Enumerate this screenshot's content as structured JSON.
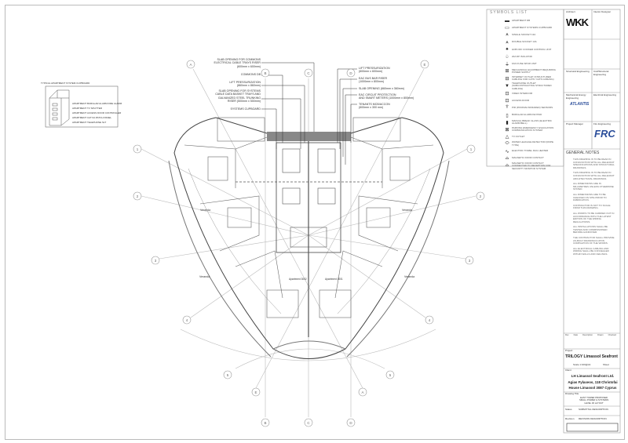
{
  "callouts_left": [
    {
      "text": "SLAB OPENING FOR COMMONS\nELECTRICAL CABLE TRAYS RISER\n(600mm x 600mm)"
    },
    {
      "text": "COMMONS DB"
    },
    {
      "text": "LIFT PRESSURIZATION\n(860mm x 860mm)"
    },
    {
      "text": "SLAB OPENING FOR SYSTEMS\nCABLE DATA BASKET TRAYS AND\nGALVANIZED STEEL TRUNKING\nRISER (500mm x 500mm)"
    },
    {
      "text": "SYSTEMS CUPBOARD"
    }
  ],
  "callouts_right": [
    {
      "text": "LIFT PRESSURIZATION\n(600mm x 600mm)"
    },
    {
      "text": "EAC BUS BAR RISER\n(1000mm x 800mm)"
    },
    {
      "text": "SLAB OPENING (660mm x 360mm)"
    },
    {
      "text": "EAC CIRCUIT PROTECTION\nAND SMART METERS (1000mm x 800mm)"
    },
    {
      "text": "TENANTS MCB/ACCON\n(600mm x 300 mm)"
    }
  ],
  "grid_labels": {
    "letters_top": [
      "A",
      "B",
      "C",
      "D",
      "E"
    ],
    "letters_bottom": [
      "E",
      "B",
      "C",
      "D",
      "A"
    ],
    "numbers_left": [
      "1",
      "2",
      "3",
      "4",
      "5"
    ],
    "numbers_right": [
      "1",
      "2",
      "3",
      "4",
      "5"
    ]
  },
  "room_labels": {
    "verandas": [
      "Veranda",
      "Veranda",
      "Veranda",
      "Veranda"
    ],
    "apartments": [
      "Apartment 3002",
      "Apartment 3001"
    ]
  },
  "apartment_cupboard": {
    "title": "TYPICAL APARTMENT SYSTEM CUPBOARD",
    "items": [
      "APARTMENT BURGLAR ALARM FIRE ALARM",
      "APARTMENT TV SPLITTER",
      "APARTMENT ACCESS DOOR CONTROLLER",
      "APARTMENT CAT 6A PATCH PANEL",
      "APARTMENT TELEPHONE SLT"
    ]
  },
  "symbols_list": {
    "title": "SYMBOLS LIST",
    "items": [
      {
        "icon": "db-icon",
        "glyph": "▬",
        "label": "APARTMENT DB"
      },
      {
        "icon": "cupboard-icon",
        "glyph": "▭",
        "label": "APARTMENT SYSTEMS CUPBOARD"
      },
      {
        "icon": "single-socket-icon",
        "glyph": "⩓",
        "label": "SINGLE SOCKET 13A"
      },
      {
        "icon": "double-socket-icon",
        "glyph": "⩓",
        "label": "DOUBLE SOCKET 13A"
      },
      {
        "icon": "cooker-control-icon",
        "glyph": "♠",
        "label": "HOB OFF COOKER CONTROL UNIT"
      },
      {
        "icon": "isolator-icon",
        "glyph": "♤",
        "label": "20A DP ISOLATOR"
      },
      {
        "icon": "fuse-spur-icon",
        "glyph": "⏚",
        "label": "FAN FUSE SPUR UNIT"
      },
      {
        "icon": "mechanical-equipment-icon",
        "glyph": "⊞",
        "label": "MECHANICAL EQUIPMENT REQUIRING POWER SUPPLY"
      },
      {
        "icon": "internet-outlet-icon",
        "glyph": "⊟",
        "label": "INTERNET OUTLET (STRUCTURED CABLING FOR CAT6 / CAT6 CABLING)"
      },
      {
        "icon": "telephone-outlet-icon",
        "glyph": "▼",
        "label": "TELEPHONE OUTLET (SUBCONTRACTING STRUCTURED CABLING)"
      },
      {
        "icon": "video-intercom-icon",
        "glyph": "⊡",
        "label": "VIDEO INTERCOM"
      },
      {
        "icon": "access-door-icon",
        "glyph": "⊡",
        "label": "ACCESS DOOR"
      },
      {
        "icon": "pir-sensor-icon",
        "glyph": "⍢",
        "label": "PIR (PASSIVE INFRARED) SENSORS"
      },
      {
        "icon": "alarm-keypad-icon",
        "glyph": "▯",
        "label": "BURGLAR ALARM KEYPAD"
      },
      {
        "icon": "break-glass-icon",
        "glyph": "▮",
        "label": "MANUAL BREAK GLASS (ELECTRIC ALARM BELL)"
      },
      {
        "icon": "evacuation-icon",
        "glyph": "⊠",
        "label": "PARKING EMERGENCY EVACUATION COMMUNICATION SYSTEM"
      },
      {
        "icon": "tv-outlet-icon",
        "glyph": "△",
        "label": "TV OUTLET"
      },
      {
        "icon": "water-leakage-icon",
        "glyph": "⬭",
        "label": "WATER LEAKAGE DETECTOR (ROPE TYPE)"
      },
      {
        "icon": "towel-rail-icon",
        "glyph": "∿",
        "label": "ELECTRIC TOWEL RAIL HEATER"
      },
      {
        "icon": "door-contact-icon",
        "glyph": "⌓",
        "label": "MAGNETIC DOOR CONTACT"
      },
      {
        "icon": "door-contact-reception-icon",
        "glyph": "⌓",
        "label": "MAGNETIC DOOR CONTACT CONNECTED TO RECEPTION FOR SECURITY MONITOR SYSTEM"
      }
    ]
  },
  "title_block": {
    "consultants": [
      "Architect",
      "Interior Designer",
      "Structural Engineering",
      "Civil/Structural Engineering",
      "Mechanical Energy Engineering",
      "Electrical Engineering",
      "Project Manager",
      "Fire Engineering"
    ],
    "logos": {
      "architect": "WKK",
      "mechanical": "ATLANTIS",
      "fire": "FRC"
    },
    "general_notes_title": "GENERAL NOTES",
    "general_notes": [
      "THIS DRAWING IS TO BE READ IN CONJUNCTION WITH ALL RELEVANT SPECIFICATIONS AND STRUCTURAL DRAWINGS.",
      "THIS DRAWING IS TO BE READ IN CONJUNCTION WITH ALL RELEVANT ARCHITECTURAL DRAWINGS.",
      "ALL DIMENSIONS ARE IN MILLIMETRES UNLESS OTHERWISE STATED.",
      "ALL DIMENSIONS ARE TO BE CHECKED ON SITE PRIOR TO FABRICATION.",
      "CONTRACTOR IS NOT TO SCALE FROM THIS DRAWING.",
      "ALL WORKS TO BE CARRIED OUT IN ACCORDANCE WITH THE LATEST EDITION OF THE WIRING REGULATIONS.",
      "ALL INSTALLATIONS SHALL BE TESTED AND COMMISSIONED BEFORE HANDOVER.",
      "THE CONTRACTOR SHALL PROVIDE AS-BUILT DRAWINGS UPON COMPLETION OF THE WORKS.",
      "ALL ELECTRICAL CABLING AND WIRING SHALL BE CONCEALED WITHIN WALLS AND CEILINGS."
    ],
    "revision_headers": [
      "Rev",
      "Date",
      "Description",
      "Drawn",
      "Checked"
    ],
    "project_label": "Project",
    "project": "TRILOGY Limassol Seafront",
    "scale": "Scale  1:100@A1",
    "scale_label": "Sheet",
    "client_label": "Client",
    "client": [
      "LH Limassol Seafront Ltd.",
      "Agias Fylaxeos, 118 Christofai",
      "House Limassol 3087 Cyprus"
    ],
    "drawing_title_label": "Drawing Title",
    "drawing_title": [
      "EAST TOWER PROPOSED",
      "SMALL POWER & SYSTEMS",
      "LEVEL 30 LAYOUT"
    ],
    "status_label": "Status",
    "status": "SUBMITTAL DESCRIPTION",
    "revision_label": "Revision",
    "revision": "REVISION DESCRIPTION"
  }
}
